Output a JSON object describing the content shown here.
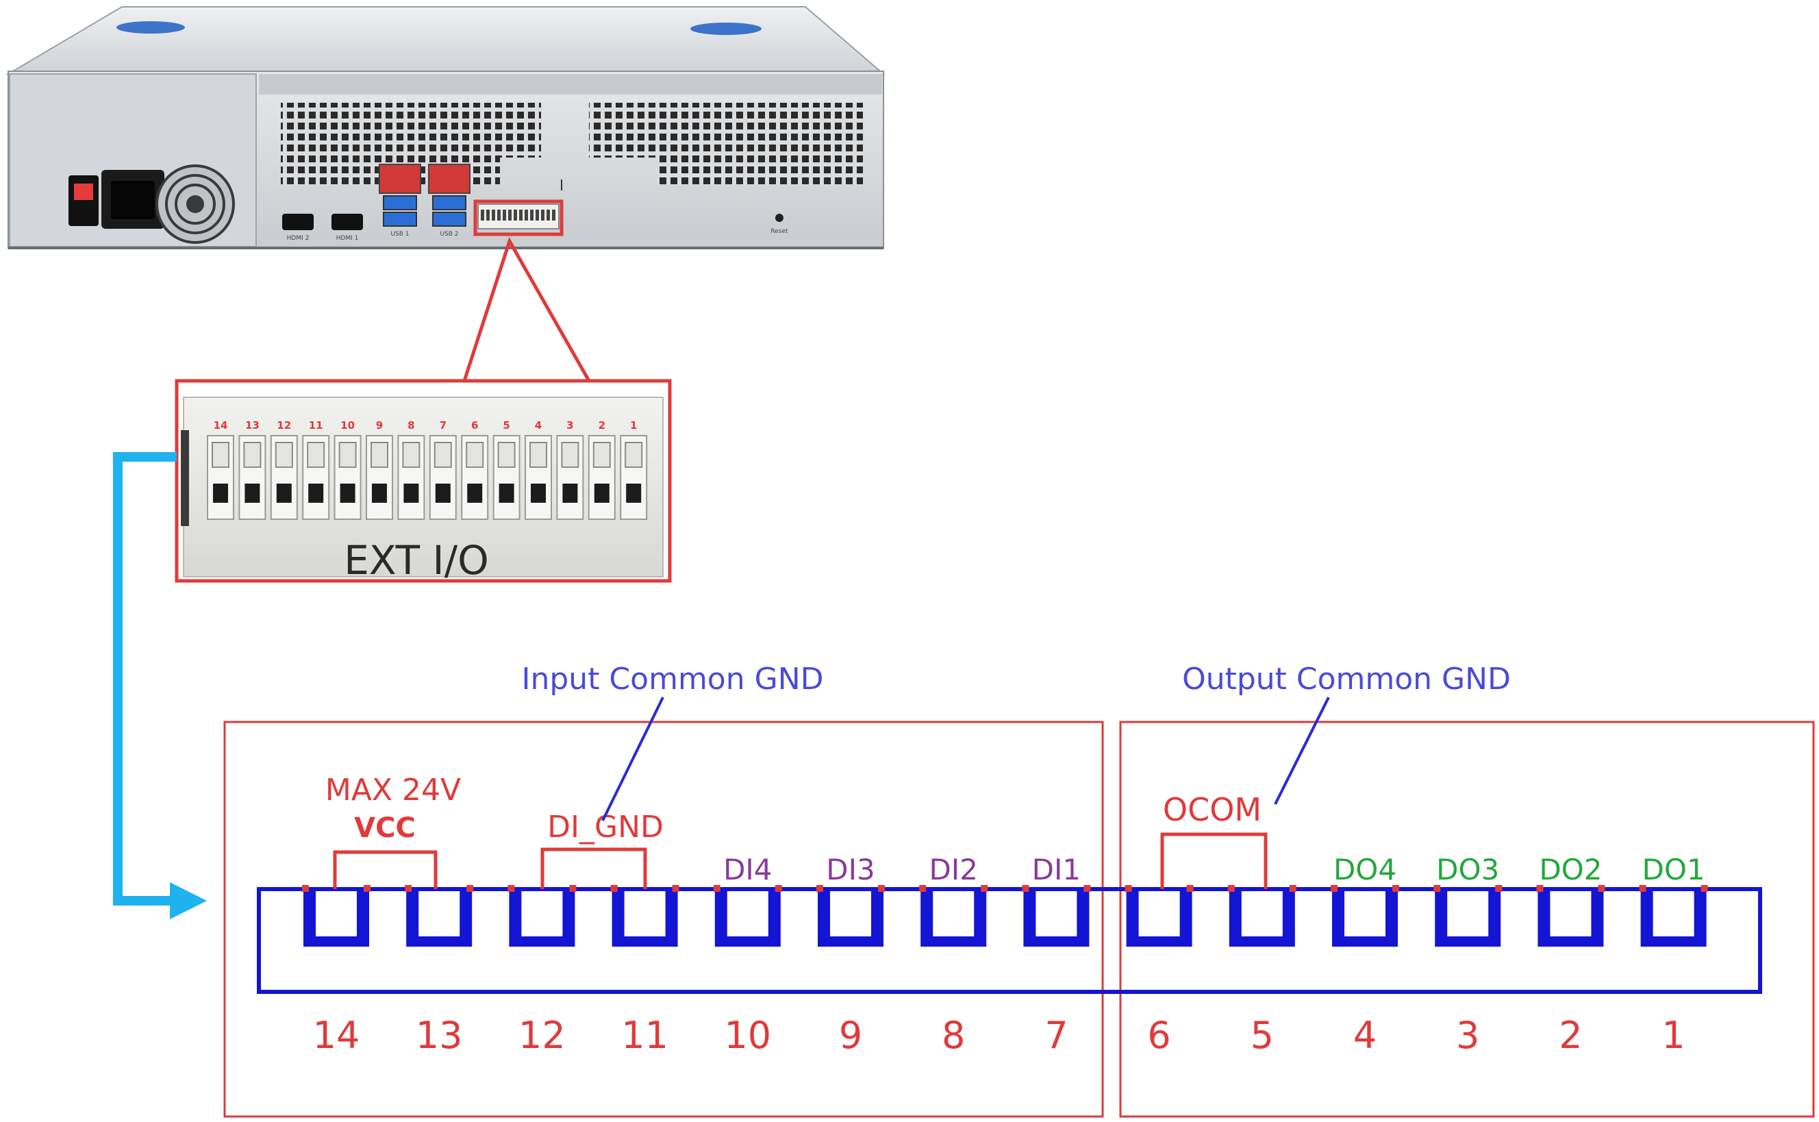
{
  "device": {
    "hdmi_labels": [
      "HDMI 2",
      "HDMI 1"
    ],
    "usb_labels": [
      "USB 1",
      "USB 2"
    ],
    "reset_label": "Reset"
  },
  "zoom": {
    "small_pin_numbers": [
      "14",
      "13",
      "12",
      "11",
      "10",
      "9",
      "8",
      "7",
      "6",
      "5",
      "4",
      "3",
      "2",
      "1"
    ],
    "connector_title": "EXT I/O"
  },
  "diagram": {
    "input_group_label": "Input Common GND",
    "output_group_label": "Output Common GND",
    "vcc_limit": "MAX 24V",
    "vcc": "VCC",
    "di_gnd": "DI_GND",
    "ocom": "OCOM",
    "pin_numbers": [
      "14",
      "13",
      "12",
      "11",
      "10",
      "9",
      "8",
      "7",
      "6",
      "5",
      "4",
      "3",
      "2",
      "1"
    ],
    "pin_functions": [
      "",
      "",
      "",
      "",
      "DI4",
      "DI3",
      "DI2",
      "DI1",
      "",
      "",
      "DO4",
      "DO3",
      "DO2",
      "DO1"
    ],
    "function_colors": [
      "",
      "",
      "",
      "",
      "purple",
      "purple",
      "purple",
      "purple",
      "",
      "",
      "green",
      "green",
      "green",
      "green"
    ]
  },
  "colors": {
    "red": "#e03a3a",
    "blue": "#1414d4",
    "arrow": "#1eb2ee",
    "purple": "#8a3a9a",
    "green": "#23a83a",
    "label_blue": "#4a4ad8"
  }
}
